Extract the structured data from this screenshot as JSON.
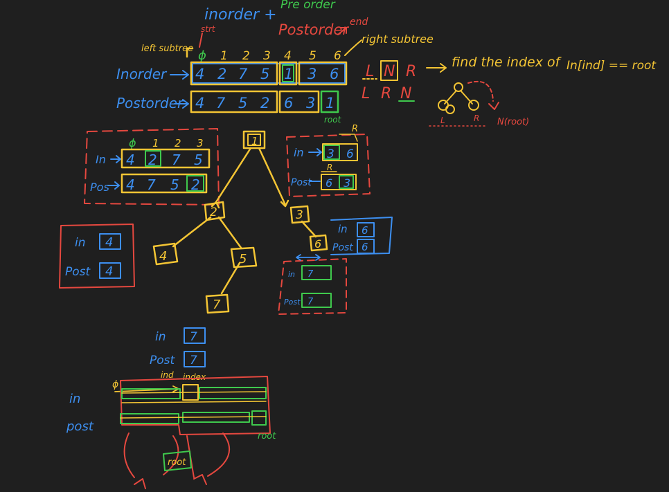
{
  "colors": {
    "background": "#1f1f1f",
    "blue": "#3d8ff0",
    "yellow": "#f4c534",
    "red": "#e5483f",
    "green": "#3fc94d"
  },
  "header": {
    "line1_blue": "inorder +",
    "line1_green": "Pre order",
    "line2_red": "Postorder",
    "note_end": "end",
    "note_left": "left subtree",
    "note_start": "strt",
    "note_right": "right subtree",
    "idx0": "ϕ",
    "idx1": "1",
    "idx2": "2",
    "idx3": "3",
    "idx4": "4",
    "idx5": "5",
    "idx6": "6"
  },
  "arrays": {
    "inorder_label": "Inorder",
    "postorder_label": "Postorder",
    "inorder": [
      "4",
      "2",
      "7",
      "5",
      "1",
      "3",
      "6"
    ],
    "postorder": [
      "4",
      "7",
      "5",
      "2",
      "6",
      "3",
      "1"
    ],
    "root_note": "root"
  },
  "orders": {
    "lnr": [
      "L",
      "N",
      "R"
    ],
    "lrn": [
      "L",
      "R",
      "N"
    ],
    "find_note": "find the index of",
    "find_expr": "In[ind] == root",
    "mini_L": "L",
    "mini_R": "R",
    "mini_N": "N(root)"
  },
  "left_box": {
    "idx0": "ϕ",
    "idx1": "1",
    "idx2": "2",
    "idx3": "3",
    "in_label": "In",
    "post_label": "Pos",
    "in": [
      "4",
      "2",
      "7",
      "5"
    ],
    "post": [
      "4",
      "7",
      "5",
      "2"
    ]
  },
  "right_box": {
    "in_label": "in",
    "post_label": "Post",
    "in": [
      "3",
      "6"
    ],
    "post": [
      "6",
      "3"
    ],
    "r1": "R",
    "r2": "R"
  },
  "tree": {
    "root": "1",
    "n2": "2",
    "n3": "3",
    "n4": "4",
    "n5": "5",
    "n6": "6",
    "n7": "7"
  },
  "small_boxes": {
    "a_in_label": "in",
    "a_in": "4",
    "a_post_label": "Post",
    "a_post": "4",
    "b_in_label": "in",
    "b_in": "6",
    "b_post_label": "Post",
    "b_post": "6",
    "c_in_label": "in",
    "c_in": "7",
    "c_post_label": "Post",
    "c_post": "7",
    "d_in_label": "in",
    "d_in": "7",
    "d_post_label": "Post",
    "d_post": "7"
  },
  "bottom": {
    "in_label": "in",
    "post_label": "post",
    "zero": "ϕ",
    "ind": "ind",
    "index": "index",
    "root_note": "root",
    "root_box": "root"
  }
}
